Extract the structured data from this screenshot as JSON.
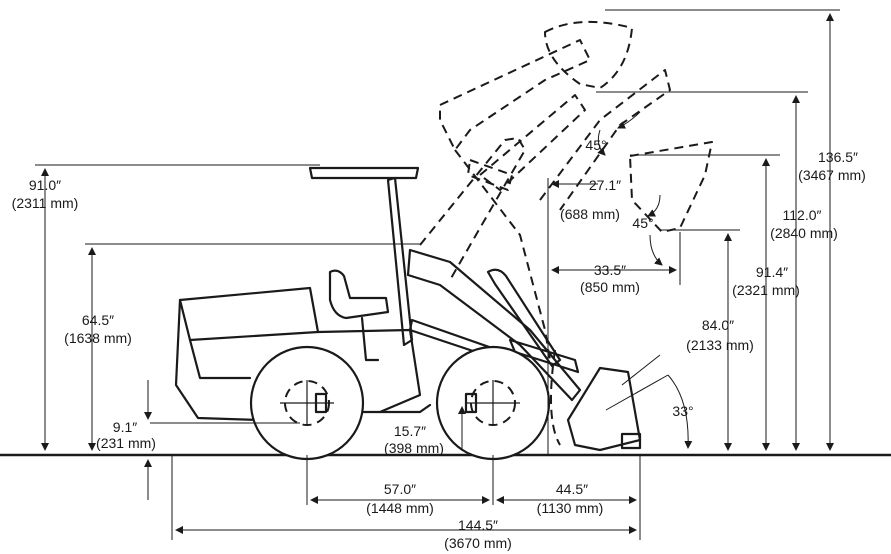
{
  "dimensions": {
    "overall_height_in": "136.5″",
    "overall_height_mm": "(3467 mm)",
    "hinge_pin_height_in": "112.0″",
    "hinge_pin_height_mm": "(2840 mm)",
    "dump_clearance_in": "91.4″",
    "dump_clearance_mm": "(2321 mm)",
    "dump_height_in": "84.0″",
    "dump_height_mm": "(2133 mm)",
    "canopy_height_in": "91.0″",
    "canopy_height_mm": "(2311 mm)",
    "seat_height_in": "64.5″",
    "seat_height_mm": "(1638 mm)",
    "ground_clearance_in": "9.1″",
    "ground_clearance_mm": "(231 mm)",
    "axle_height_in": "15.7″",
    "axle_height_mm": "(398 mm)",
    "wheelbase_in": "57.0″",
    "wheelbase_mm": "(1448 mm)",
    "front_overhang_in": "44.5″",
    "front_overhang_mm": "(1130 mm)",
    "overall_length_in": "144.5″",
    "overall_length_mm": "(3670 mm)",
    "reach_max_in": "27.1″",
    "reach_max_mm": "(688 mm)",
    "reach_dump_in": "33.5″",
    "reach_dump_mm": "(850 mm)",
    "dump_angle_top": "45°",
    "dump_angle_low": "45°",
    "rollback_angle": "33°"
  }
}
